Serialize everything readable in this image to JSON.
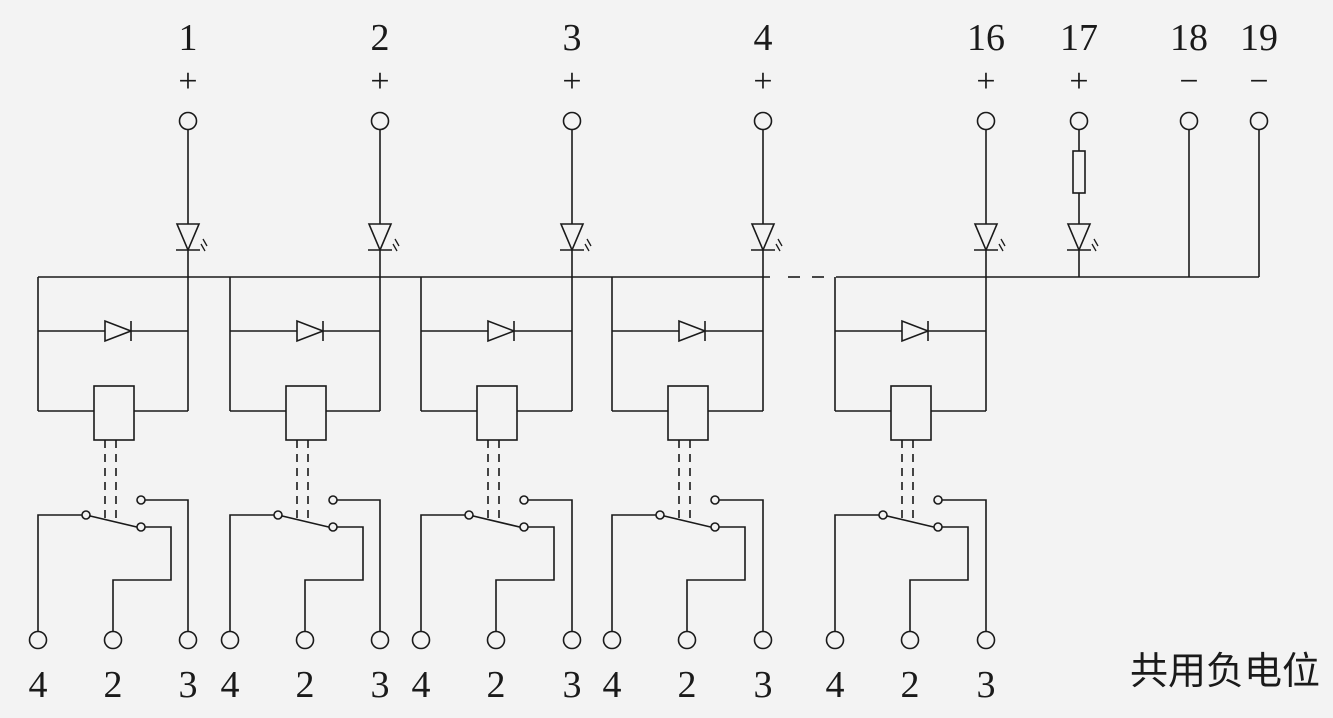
{
  "top_terminals": [
    {
      "label": "1",
      "polarity": "+"
    },
    {
      "label": "2",
      "polarity": "+"
    },
    {
      "label": "3",
      "polarity": "+"
    },
    {
      "label": "4",
      "polarity": "+"
    },
    {
      "label": "16",
      "polarity": "+"
    },
    {
      "label": "17",
      "polarity": "+"
    },
    {
      "label": "18",
      "polarity": "−"
    },
    {
      "label": "19",
      "polarity": "−"
    }
  ],
  "relay_modules": [
    {
      "contacts": [
        "4",
        "2",
        "3"
      ]
    },
    {
      "contacts": [
        "4",
        "2",
        "3"
      ]
    },
    {
      "contacts": [
        "4",
        "2",
        "3"
      ]
    },
    {
      "contacts": [
        "4",
        "2",
        "3"
      ]
    },
    {
      "contacts": [
        "4",
        "2",
        "3"
      ]
    }
  ],
  "caption": "共用负电位",
  "colors": {
    "line": "#1a1a1a",
    "background": "#f3f3f3"
  }
}
